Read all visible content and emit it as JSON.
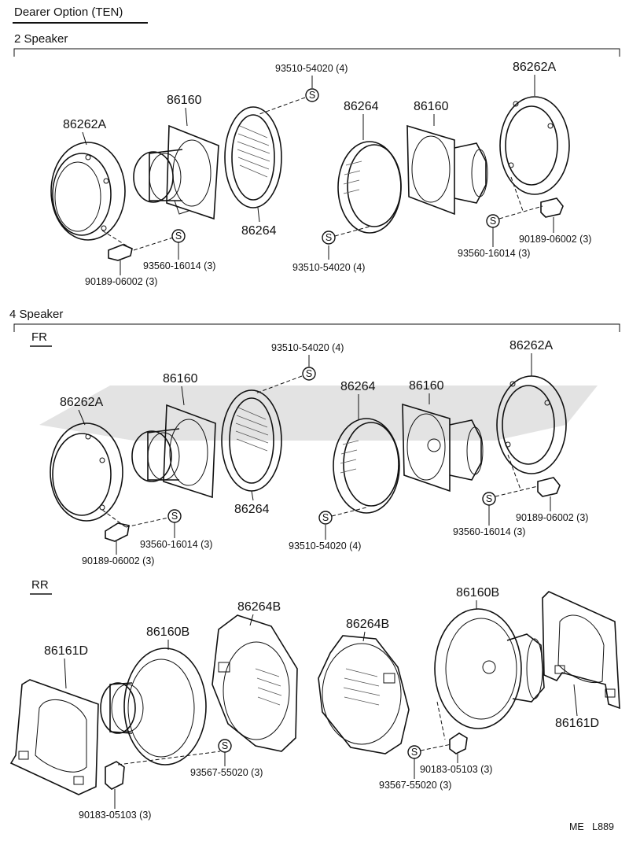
{
  "header": {
    "title": "Dearer Option (TEN)"
  },
  "sections": {
    "two_speaker": "2 Speaker",
    "four_speaker": "4 Speaker",
    "fr": "FR",
    "rr": "RR"
  },
  "labels": {
    "s2_bracket_left": "86262A",
    "s2_speaker_left": "86160",
    "s2_screw_top": "93510-54020 (4)",
    "s2_grille_left": "86264",
    "s2_screw_left": "93560-16014 (3)",
    "s2_nut_left": "90189-06002 (3)",
    "s2_grille_right": "86264",
    "s2_speaker_right": "86160",
    "s2_bracket_right": "86262A",
    "s2_screw_bottom": "93510-54020 (4)",
    "s2_screw_right": "93560-16014 (3)",
    "s2_nut_right": "90189-06002 (3)",
    "fr_bracket_left": "86262A",
    "fr_speaker_left": "86160",
    "fr_screw_top": "93510-54020 (4)",
    "fr_grille_left": "86264",
    "fr_screw_left": "93560-16014 (3)",
    "fr_nut_left": "90189-06002 (3)",
    "fr_grille_right": "86264",
    "fr_speaker_right": "86160",
    "fr_bracket_right": "86262A",
    "fr_screw_bottom": "93510-54020 (4)",
    "fr_screw_right": "93560-16014 (3)",
    "fr_nut_right": "90189-06002 (3)",
    "rr_plate_left": "86161D",
    "rr_speaker_left": "86160B",
    "rr_cover_left": "86264B",
    "rr_screw_left": "93567-55020 (3)",
    "rr_nut_left": "90183-05103 (3)",
    "rr_cover_right": "86264B",
    "rr_screw_right": "93567-55020 (3)",
    "rr_nut_right": "90183-05103 (3)",
    "rr_speaker_right": "86160B",
    "rr_plate_right": "86161D"
  },
  "symbols": {
    "screw": "S"
  },
  "footer": {
    "code": "ME   L889"
  }
}
